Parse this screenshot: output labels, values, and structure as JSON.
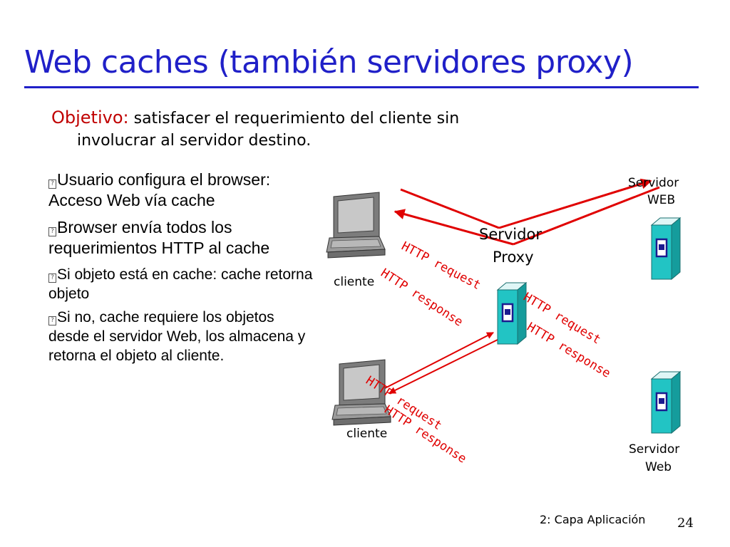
{
  "title": "Web caches (también servidores proxy)",
  "objective": {
    "lead": "Objetivo:",
    "text_line1": " satisfacer el requerimiento del cliente sin",
    "text_line2": "involucrar al servidor destino."
  },
  "bullets": [
    "Usuario configura el browser: Acceso Web vía cache",
    "Browser envía todos los requerimientos HTTP al cache",
    "Si objeto está en cache: cache retorna objeto",
    "Si no, cache requiere los objetos desde el servidor Web, los almacena y retorna el objeto al cliente."
  ],
  "bullet_marker": "?",
  "diagram": {
    "client_top": "cliente",
    "client_bottom": "cliente",
    "proxy_line1": "Servidor",
    "proxy_line2": "Proxy",
    "server_top_line1": "Servidor",
    "server_top_line2": "WEB",
    "server_bottom_line1": "Servidor",
    "server_bottom_line2": "Web",
    "req_top_client": "HTTP request",
    "resp_top_client": "HTTP response",
    "req_proxy_server": "HTTP request",
    "resp_proxy_server": "HTTP response",
    "req_bottom_client": "HTTP request",
    "resp_bottom_client": "HTTP response"
  },
  "colors": {
    "title": "#2020c8",
    "arrows": "#e00000",
    "server": "#20b8b8",
    "monitor": "#8a8a8a"
  },
  "footer": {
    "section": "2: Capa Aplicación",
    "page": "24"
  }
}
